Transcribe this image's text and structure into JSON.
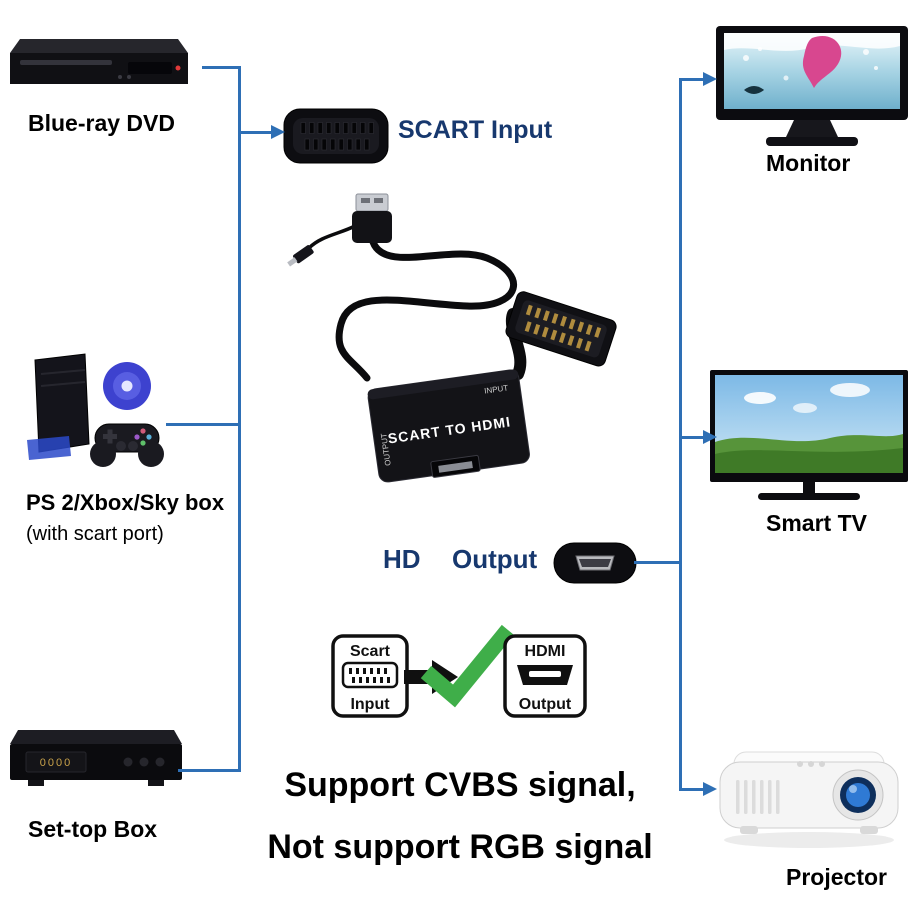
{
  "colors": {
    "wire_blue": "#2e6fb5",
    "navy_text": "#17386e",
    "check_green": "#3fae49"
  },
  "left_devices": [
    {
      "label": "Blue-ray DVD"
    },
    {
      "label": "PS 2/Xbox/Sky box",
      "sublabel": "(with scart port)"
    },
    {
      "label": "Set-top Box"
    }
  ],
  "right_devices": [
    {
      "label": "Monitor"
    },
    {
      "label": "Smart TV"
    },
    {
      "label": "Projector"
    }
  ],
  "settop_display": "0000",
  "center": {
    "scart_input_label": "SCART Input",
    "hd_label": "HD",
    "output_label": "Output",
    "converter": {
      "text": "SCART TO HDMI",
      "input": "INPUT",
      "output": "OUTPUT"
    },
    "scart_badge": {
      "top": "Scart",
      "bottom": "Input"
    },
    "hdmi_badge": {
      "top": "HDMI",
      "bottom": "Output"
    },
    "support_line1": "Support CVBS signal,",
    "support_line2": "Not support RGB signal"
  }
}
